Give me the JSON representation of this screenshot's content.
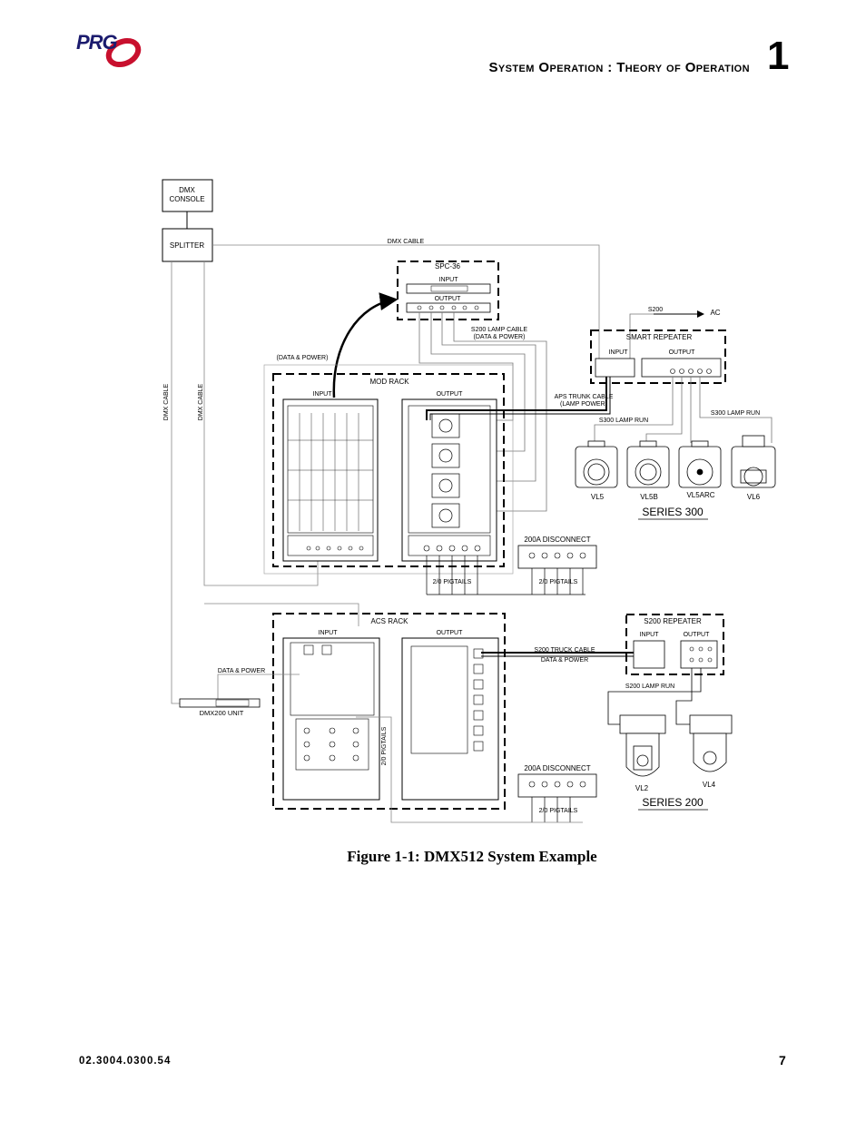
{
  "header": {
    "logo_text": "PRG",
    "section_title": "System Operation : Theory of Operation",
    "chapter_number": "1"
  },
  "figure": {
    "caption": "Figure 1-1:  DMX512 System Example",
    "labels": {
      "dmx_console_1": "DMX",
      "dmx_console_2": "CONSOLE",
      "splitter": "SPLITTER",
      "dmx_cable_top": "DMX CABLE",
      "dmx_cable_v1": "DMX CABLE",
      "dmx_cable_v2": "DMX CABLE",
      "spc36": "SPC-36",
      "spc_input": "INPUT",
      "spc_output": "OUTPUT",
      "s200_lamp_cable_1": "S200 LAMP CABLE",
      "s200_lamp_cable_2": "(DATA & POWER)",
      "data_power_mod": "(DATA & POWER)",
      "mod_rack": "MOD RACK",
      "mod_input": "INPUT",
      "mod_output": "OUTPUT",
      "s200_top": "S200",
      "ac": "AC",
      "smart_repeater": "SMART REPEATER",
      "sr_input": "INPUT",
      "sr_output": "OUTPUT",
      "aps_trunk_1": "APS TRUNK CABLE",
      "aps_trunk_2": "(LAMP POWER)",
      "s300_lamp_run_1": "S300 LAMP RUN",
      "s300_lamp_run_2": "S300 LAMP RUN",
      "vl5": "VL5",
      "vl5b": "VL5B",
      "vl5arc": "VL5ARC",
      "vl6": "VL6",
      "series_300": "SERIES 300",
      "disc_200a_1": "200A DISCONNECT",
      "pigtails_1": "2/0 PIGTAILS",
      "pigtails_2": "2/0 PIGTAILS",
      "acs_rack": "ACS RACK",
      "acs_input": "INPUT",
      "acs_output": "OUTPUT",
      "data_power_acs": "DATA & POWER",
      "dmx200_unit": "DMX200 UNIT",
      "pigtails_v": "2/0 PIGTAILS",
      "s200_repeater": "S200 REPEATER",
      "s2r_input": "INPUT",
      "s2r_output": "OUTPUT",
      "s200_truck_1": "S200 TRUCK CABLE",
      "s200_truck_2": "DATA & POWER",
      "s200_lamp_run": "S200 LAMP RUN",
      "disc_200a_2": "200A DISCONNECT",
      "pigtails_3": "2/0 PIGTAILS",
      "vl2": "VL2",
      "vl4": "VL4",
      "series_200": "SERIES 200"
    }
  },
  "footer": {
    "doc_number": "02.3004.0300.54",
    "page_number": "7"
  },
  "colors": {
    "logo": "#1b1b6e",
    "logo_swoosh": "#c8102e",
    "line": "#000000",
    "cable_gray": "#777777"
  }
}
